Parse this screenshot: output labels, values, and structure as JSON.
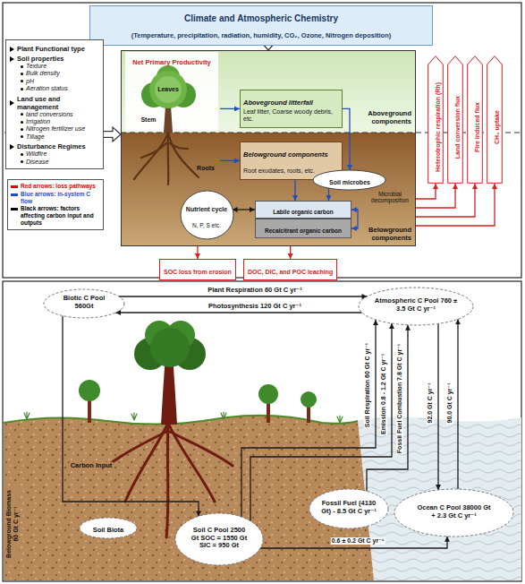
{
  "diagram": {
    "nodes": [
      {
        "text": [
          "Climate and Atmospheric Chemistry",
          "(Temperature, precipitation, radiation, humidity, CO₂, Ozone, Nitrogen deposition)"
        ]
      },
      {
        "text": [
          "Plant Functional type",
          "Soil properties",
          "Texture",
          "Bulk density",
          "pH",
          "Aeration status",
          "Land use and management",
          "land conversions",
          "Irrigation",
          "Nitrogen fertilizer use",
          "Tillage",
          "Disturbance Regimes",
          "Wildfire",
          "Disease"
        ]
      },
      {
        "text": [
          "Aboveground components",
          "Belowground components"
        ]
      },
      {
        "text": [
          "Net Primary Productivity"
        ],
        "in": 2
      },
      {
        "text": [
          "Aboveground litterfall",
          "Leaf litter, Coarse woody debris, etc."
        ],
        "in": 2
      },
      {
        "text": [
          "Belowground components",
          "Root exudates, roots, etc."
        ],
        "in": 2
      },
      {
        "text": [
          "Soil microbes"
        ],
        "in": 2
      },
      {
        "text": [
          "Nutrient cycle",
          "N, P, S etc."
        ],
        "in": 2
      },
      {
        "text": [
          "Labile organic carbon"
        ],
        "in": 2
      },
      {
        "text": [
          "Recalcitrant organic carbon"
        ],
        "in": 2
      },
      {
        "text": [
          "SOC loss from erosion"
        ]
      },
      {
        "text": [
          "DOC, DIC, and POC leaching"
        ]
      },
      {
        "text": [
          "Heterotrophic respiration (Rh)"
        ]
      },
      {
        "text": [
          "Land conversion flux"
        ]
      },
      {
        "text": [
          "Fire induced flux"
        ]
      },
      {
        "text": [
          "CH₄ uptake"
        ]
      },
      {
        "text": [
          "Biotic C Pool 560Gt"
        ]
      },
      {
        "text": [
          "Atmospheric C Pool 760 ± 3.5 Gt C yr⁻¹"
        ]
      },
      {
        "text": [
          "Soil Biota"
        ]
      },
      {
        "text": [
          "Soil C Pool 2500 Gt SOC = 1550 Gt SIC = 950 Gt"
        ]
      },
      {
        "text": [
          "Fossil Fuel (4130 Gt) - 8.5 Gt C yr⁻¹"
        ]
      },
      {
        "text": [
          "Ocean C Pool 38000 Gt + 2.3 Gt C yr⁻¹"
        ]
      }
    ],
    "edges": [
      {
        "from": 0,
        "to": 2,
        "arrow": "to"
      },
      {
        "from": 1,
        "to": 2,
        "arrow": "to"
      },
      {
        "from": 3,
        "to": 4,
        "arrow": "to"
      },
      {
        "from": 3,
        "to": 5,
        "arrow": "to"
      },
      {
        "from": 4,
        "to": 6,
        "arrow": "to"
      },
      {
        "from": 5,
        "to": 8,
        "arrow": "to"
      },
      {
        "from": 6,
        "to": 8,
        "arrow": "to"
      },
      {
        "from": 8,
        "to": 9,
        "arrow": "both"
      },
      {
        "from": 7,
        "to": 8,
        "arrow": "both"
      },
      {
        "from": 2,
        "to": 10,
        "arrow": "to"
      },
      {
        "from": 2,
        "to": 11,
        "arrow": "to"
      },
      {
        "from": 2,
        "to": 12,
        "arrow": "to"
      },
      {
        "from": 2,
        "to": 13,
        "arrow": "to"
      },
      {
        "from": 2,
        "to": 14,
        "arrow": "to"
      },
      {
        "from": 2,
        "to": 15,
        "arrow": "to"
      },
      {
        "from": 16,
        "to": 17,
        "label": "Plant Respiration 60 Gt C yr⁻¹",
        "arrow": "to"
      },
      {
        "from": 17,
        "to": 16,
        "label": "Photosynthesis 120 Gt C yr⁻¹",
        "arrow": "to"
      },
      {
        "from": 16,
        "to": 19,
        "label": "Carbon Input",
        "arrow": "to"
      },
      {
        "from": 19,
        "to": 17,
        "label": "Soil Respiration 60 Gt C yr⁻¹",
        "arrow": "to"
      },
      {
        "from": 19,
        "to": 17,
        "label": "Emission 0.8 - 1.2 Gt C yr⁻¹",
        "arrow": "to"
      },
      {
        "from": 20,
        "to": 17,
        "label": "Fossil Fuel Combustion 7.8 Gt C yr⁻¹",
        "arrow": "to"
      },
      {
        "from": 17,
        "to": 21,
        "label": "92.0 Gt C yr⁻¹",
        "arrow": "to"
      },
      {
        "from": 21,
        "to": 17,
        "label": "90.0 Gt C yr⁻¹",
        "arrow": "to"
      },
      {
        "from": 19,
        "to": 21,
        "label": "0.6 ± 0.2 Gt C yr⁻¹",
        "arrow": "to"
      }
    ],
    "labels": [
      "Leaves",
      "Stem",
      "Roots",
      "Microbial decomposition",
      "Belowground Biomass 60 Gt C yr⁻¹"
    ],
    "legend": [
      {
        "text": "Red arrows: loss pathways",
        "color": "#e00000"
      },
      {
        "text": "Blue arrows: in-system C flow",
        "color": "#1d4fc4"
      },
      {
        "text": "Black arrows: factors affecting carbon input and outputs",
        "color": "#000000"
      }
    ]
  }
}
